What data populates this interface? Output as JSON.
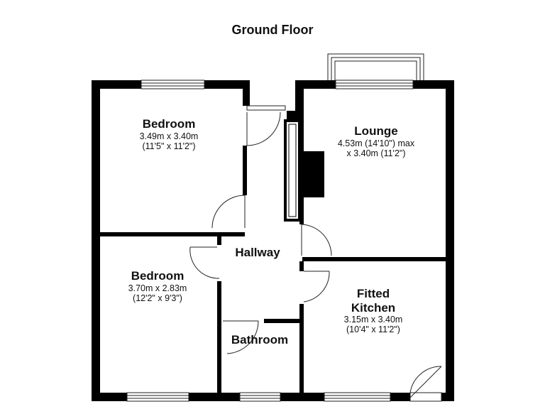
{
  "title": "Ground Floor",
  "rooms": {
    "bedroom1": {
      "name": "Bedroom",
      "dim_metric": "3.49m x 3.40m",
      "dim_imperial": "(11'5\" x 11'2\")"
    },
    "lounge": {
      "name": "Lounge",
      "dim_line1": "4.53m (14'10\") max",
      "dim_line2": "x 3.40m (11'2\")"
    },
    "hallway": {
      "name": "Hallway"
    },
    "bedroom2": {
      "name": "Bedroom",
      "dim_metric": "3.70m x 2.83m",
      "dim_imperial": "(12'2\" x 9'3\")"
    },
    "kitchen": {
      "name_line1": "Fitted",
      "name_line2": "Kitchen",
      "dim_metric": "3.15m x 3.40m",
      "dim_imperial": "(10'4\" x 11'2\")"
    },
    "bathroom": {
      "name": "Bathroom"
    }
  }
}
